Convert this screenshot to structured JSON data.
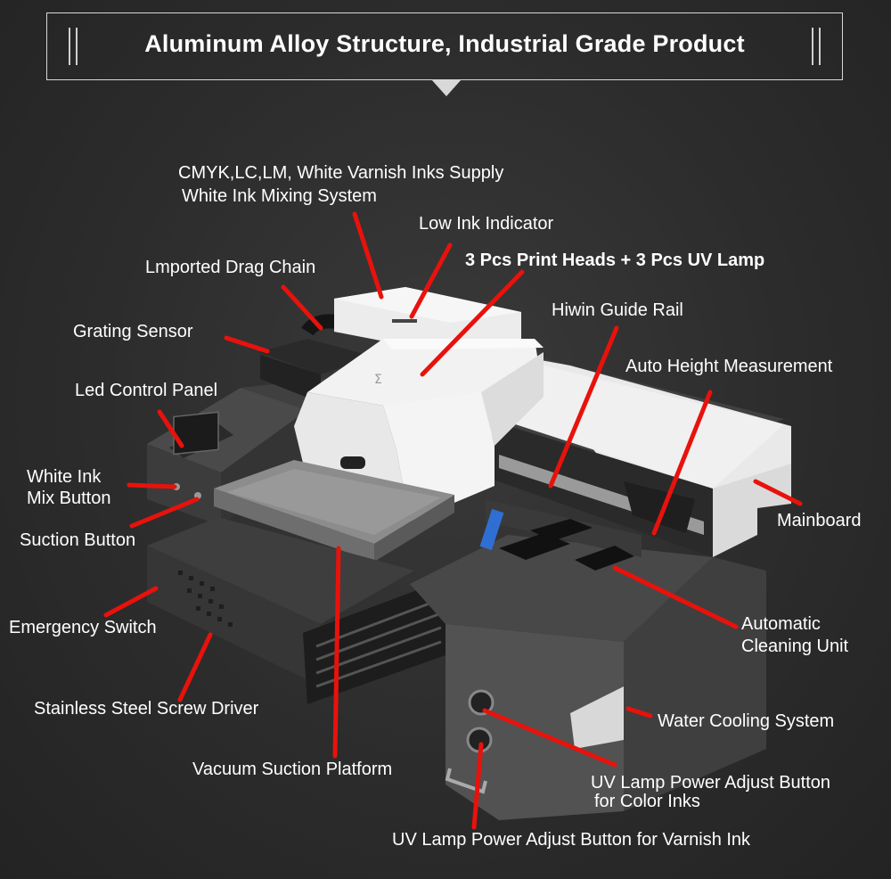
{
  "header": {
    "title": "Aluminum Alloy Structure, Industrial Grade Product"
  },
  "callouts": {
    "inks_line1": "CMYK,LC,LM, White Varnish Inks Supply",
    "inks_line2": "White Ink Mixing System",
    "low_ink": "Low Ink Indicator",
    "heads": "3 Pcs Print Heads + 3 Pcs UV Lamp",
    "drag_chain": "Lmported Drag Chain",
    "grating": "Grating Sensor",
    "hiwin": "Hiwin Guide Rail",
    "auto_height": "Auto Height Measurement",
    "led_panel": "Led Control Panel",
    "white_mix_line1": "White Ink",
    "white_mix_line2": "Mix Button",
    "suction_button": "Suction Button",
    "mainboard": "Mainboard",
    "emergency": "Emergency Switch",
    "cleaning_line1": "Automatic",
    "cleaning_line2": "Cleaning Unit",
    "screw_driver": "Stainless Steel Screw Driver",
    "water_cooling": "Water Cooling System",
    "vacuum": "Vacuum Suction Platform",
    "uv_color_line1": "UV Lamp Power Adjust Button",
    "uv_color_line2": "for Color Inks",
    "uv_varnish": "UV Lamp Power Adjust Button for Varnish Ink"
  },
  "colors": {
    "background": "#2b2b2b",
    "text": "#ffffff",
    "pointer": "#e8120c",
    "frame": "#d8d8d8"
  }
}
